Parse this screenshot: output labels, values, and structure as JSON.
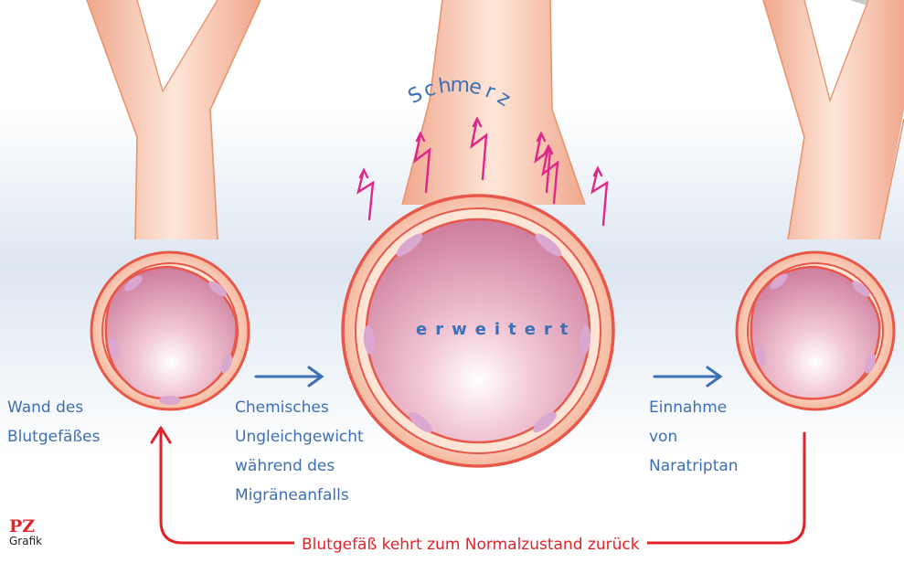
{
  "labels": {
    "wall": [
      "Wand des",
      "Blutgefäßes"
    ],
    "chemical": [
      "Chemisches",
      "Ungleichgewicht",
      "während des",
      "Migräneanfalls"
    ],
    "naratriptan": [
      "Einnahme",
      "von",
      "Naratriptan"
    ],
    "dilated": "erweitert",
    "pain": [
      "S",
      "c",
      "h",
      "m",
      "e",
      "r",
      "z"
    ],
    "return": "Blutgefäß kehrt zum Normalzustand zurück"
  },
  "logo": {
    "mark": "PZ",
    "sub": "Grafik"
  },
  "colors": {
    "text_blue": "#3d6fb6",
    "arrow_red": "#e2232a",
    "pain_magenta": "#e0268a",
    "vessel_wall": "#f3a08a",
    "vessel_outline": "#e8584a",
    "lumen": "#d98aa8",
    "band": "#dde7f2"
  }
}
